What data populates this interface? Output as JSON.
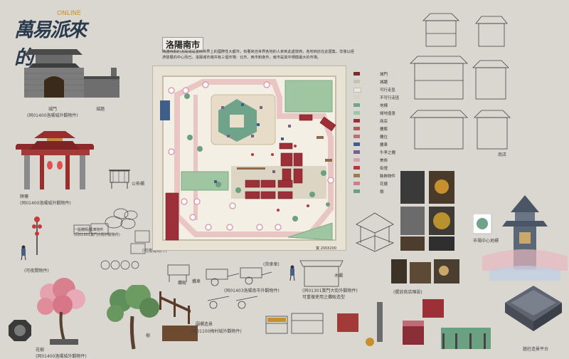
{
  "logo": {
    "title": "萬易派來的",
    "subtitle": "ONLINE"
  },
  "map": {
    "title": "洛陽南市",
    "description": "隋唐時期的洛陽城是當時世界上的國際性大都市，有著來自世界各地的人來到此處營商，各地商店在此匯集，非僅以經濟發展的中心而已。洛陽城市總共有三個市場：北市、西市和南市，南市是其中規模最大的市場。",
    "scale": "寬 200X200"
  },
  "legend": [
    {
      "label": "城門",
      "color": "#7b2b2b"
    },
    {
      "label": "城牆",
      "color": "#c7c0b3"
    },
    {
      "label": "可行走區",
      "color": "#eee7d6"
    },
    {
      "label": "不可行走區",
      "color": "#d9d2c2"
    },
    {
      "label": "地標",
      "color": "#6fa48a"
    },
    {
      "label": "綠地造景",
      "color": "#9fc6a0"
    },
    {
      "label": "商店",
      "color": "#9c2f38"
    },
    {
      "label": "攤販",
      "color": "#b5545c"
    },
    {
      "label": "攤位",
      "color": "#c16b76"
    },
    {
      "label": "攤車",
      "color": "#3d5f8a"
    },
    {
      "label": "牛李之攤",
      "color": "#7a5f95"
    },
    {
      "label": "美術",
      "color": "#d8a2b1"
    },
    {
      "label": "街燈",
      "color": "#b23a3a"
    },
    {
      "label": "裝飾物件",
      "color": "#9f7a4a"
    },
    {
      "label": "花擺",
      "color": "#cf7c8c"
    },
    {
      "label": "樹",
      "color": "#6ba080"
    }
  ],
  "captions": {
    "city_gate": "城門\n(同01400洛陽城外觀物件)",
    "city_wall": "城牆",
    "archway": "牌樓\n(同01400洛陽城外觀物件)",
    "notice_board": "公佈欄",
    "lamp": "(可夜間物件)",
    "street_props": "一般攤販/貨車物件\n(同01301業門大街外觀物件)",
    "booth_note": "(可夜間物件)",
    "flower_tree": "花樹\n(同01400洛陽城外觀物件)",
    "tree": "樹",
    "cart": "攤車",
    "cart_note": "(貨車車)",
    "cart_ref": "(同01403洛陽南市外觀物件)",
    "stall_ref": "(同01301業門大街外觀物件)\n可重複使用之攤販造型",
    "fence_ref": "(同01100梅村城外觀物件)",
    "fence": "圍欄造景",
    "fence_label": "木欄",
    "shop_props": "(擺放商店陳設)",
    "center_lantern": "市場中心地標",
    "stage": "牆柱造景平台",
    "store": "商店",
    "booth": "攤販"
  },
  "colors": {
    "background": "#dad7d1",
    "map_bg": "#f1ede3",
    "shop": "#9c2f38",
    "green": "#9fc6a0"
  }
}
